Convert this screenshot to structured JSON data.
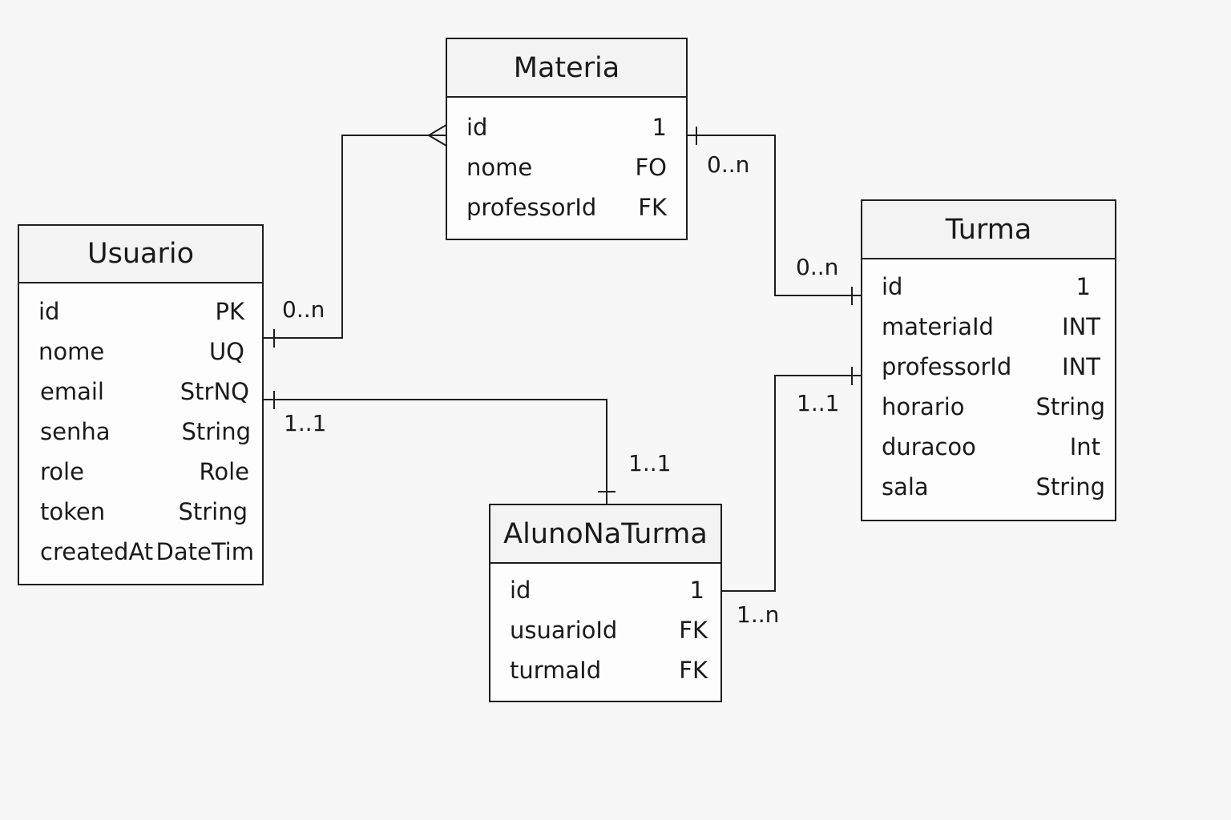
{
  "entities": {
    "materia": {
      "title": "Materia",
      "attributes": [
        {
          "name": "id",
          "type": "1"
        },
        {
          "name": "nome",
          "type": "FO"
        },
        {
          "name": "professorId",
          "type": "FK"
        }
      ]
    },
    "usuario": {
      "title": "Usuario",
      "attributes": [
        {
          "name": "id",
          "type": "PK"
        },
        {
          "name": "nome",
          "type": "UQ"
        },
        {
          "name": "email",
          "type": "StrNQ"
        },
        {
          "name": "senha",
          "type": "String"
        },
        {
          "name": "role",
          "type": "Role"
        },
        {
          "name": "token",
          "type": "String"
        },
        {
          "name": "createdAt",
          "type": "DateTim"
        }
      ]
    },
    "turma": {
      "title": "Turma",
      "attributes": [
        {
          "name": "id",
          "type": "1"
        },
        {
          "name": "materiaId",
          "type": "INT"
        },
        {
          "name": "professorId",
          "type": "INT"
        },
        {
          "name": "horario",
          "type": "String"
        },
        {
          "name": "duracoo",
          "type": "Int"
        },
        {
          "name": "sala",
          "type": "String"
        }
      ]
    },
    "alunoNaTurma": {
      "title": "AlunoNaTurma",
      "attributes": [
        {
          "name": "id",
          "type": "1"
        },
        {
          "name": "usuarioId",
          "type": "FK"
        },
        {
          "name": "turmaId",
          "type": "FK"
        }
      ]
    }
  },
  "relationships": {
    "usuario_materia": {
      "from": "usuario",
      "to": "materia",
      "from_label": "0..n"
    },
    "materia_turma": {
      "from": "materia",
      "to": "turma",
      "from_label": "0..n",
      "to_label": "0..n"
    },
    "usuario_aluno": {
      "from": "usuario",
      "to": "alunoNaTurma",
      "from_label": "1..1",
      "to_label": "1..1"
    },
    "aluno_turma": {
      "from": "alunoNaTurma",
      "to": "turma",
      "from_label": "1..n",
      "to_label": "1..1"
    }
  }
}
